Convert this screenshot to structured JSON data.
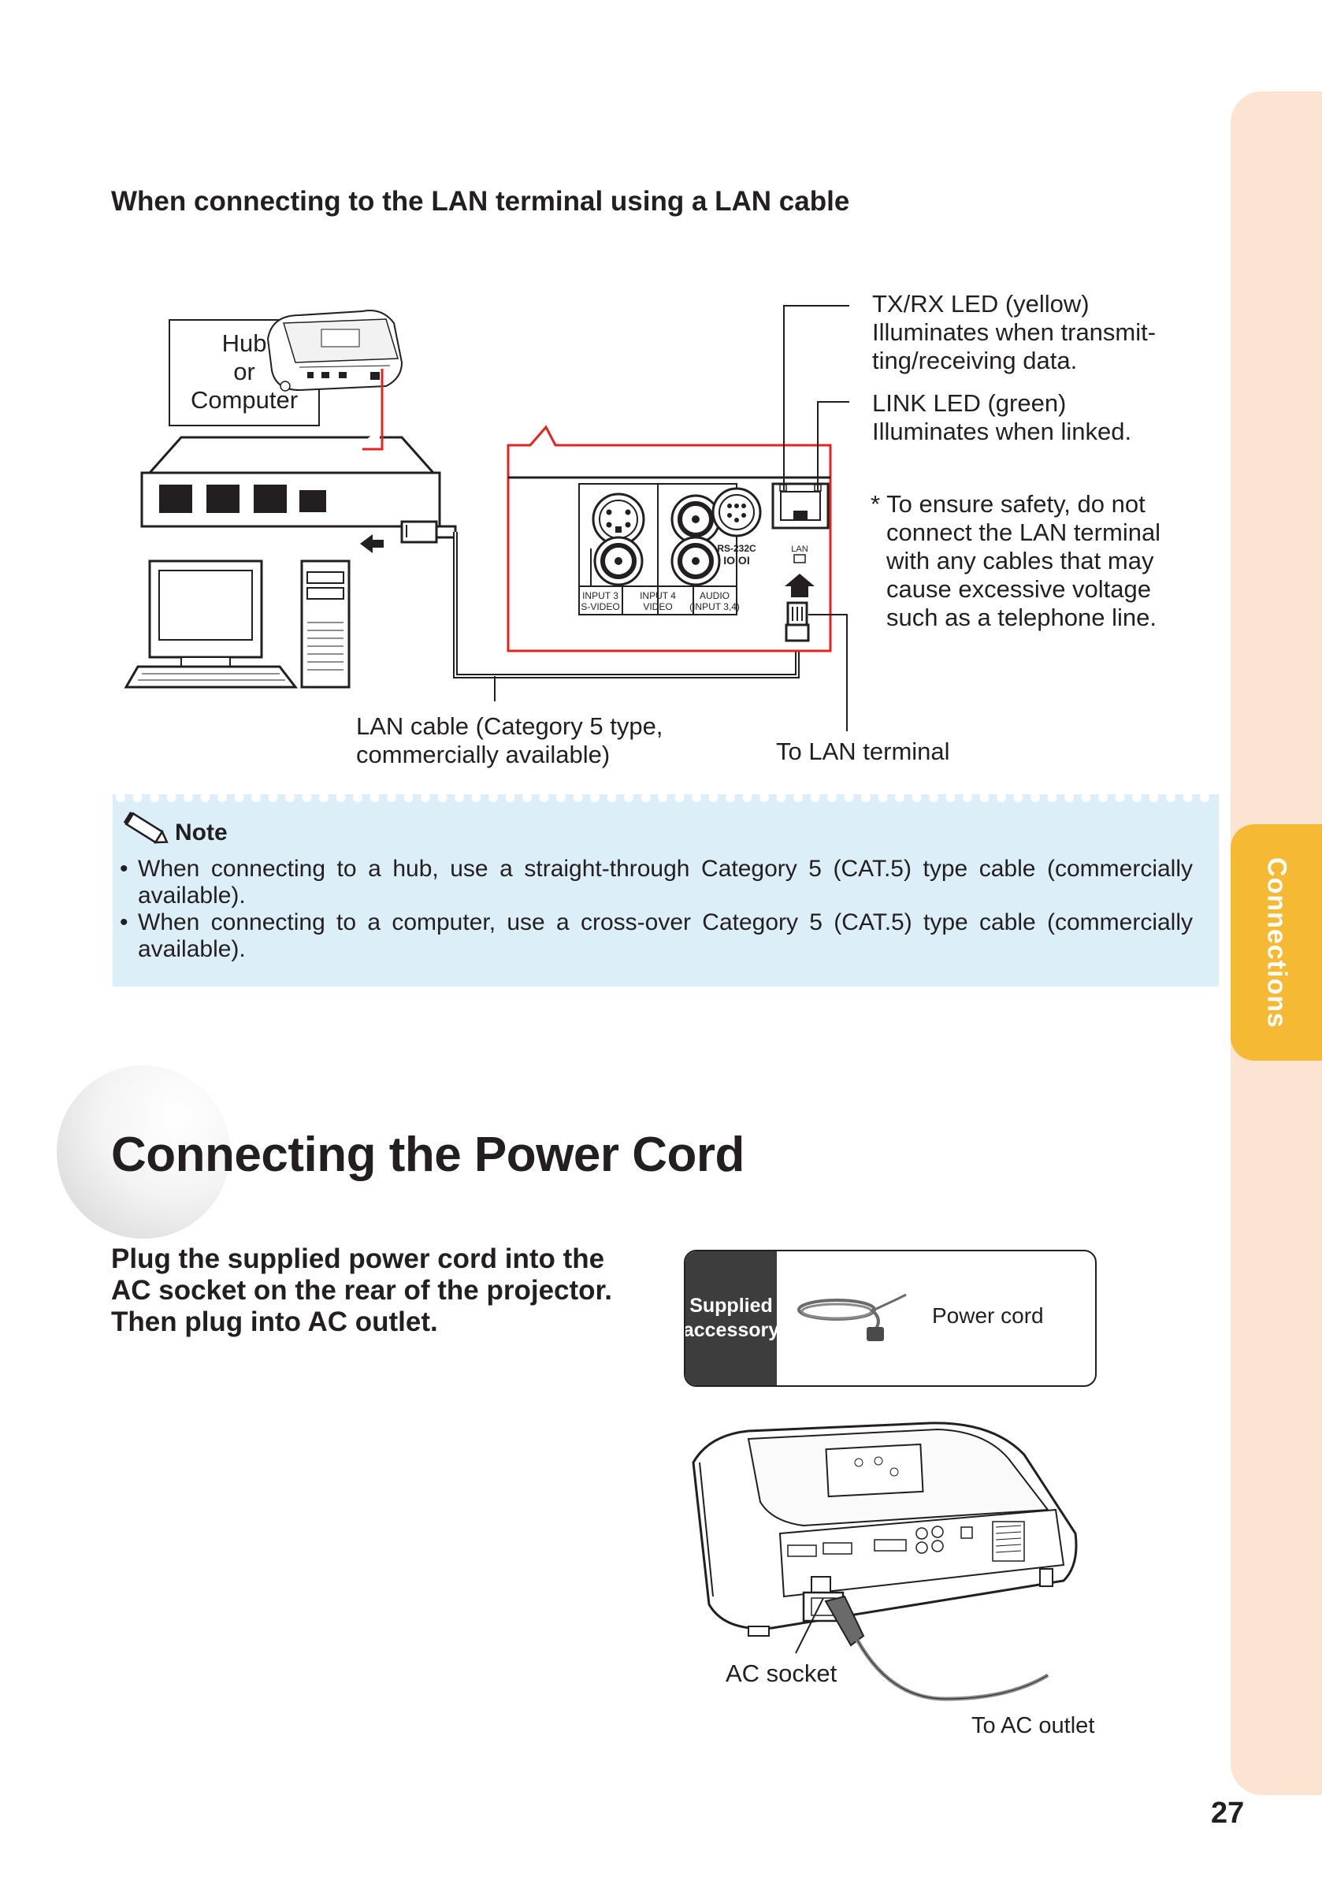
{
  "side_tab": {
    "label": "Connections",
    "color": "#f6b934",
    "strip_color": "#fde3d1"
  },
  "lan_section": {
    "heading": "When connecting to the LAN terminal using a LAN cable",
    "hub_label": [
      "Hub",
      "or",
      "Computer"
    ],
    "txrx_led": [
      "TX/RX LED (yellow)",
      "Illuminates when transmit-",
      "ting/receiving data."
    ],
    "link_led": [
      "LINK LED (green)",
      "Illuminates when linked."
    ],
    "safety_note": [
      "* To ensure safety, do not",
      "connect the LAN terminal",
      "with any cables that may",
      "cause excessive voltage",
      "such as a telephone line."
    ],
    "lan_cable": [
      "LAN cable (Category 5 type,",
      "commercially available)"
    ],
    "to_lan_terminal": "To LAN terminal",
    "panel_labels": {
      "input3": [
        "INPUT 3",
        "S-VIDEO"
      ],
      "input4": [
        "INPUT 4",
        "VIDEO"
      ],
      "audio": [
        "AUDIO",
        "(INPUT 3,4)"
      ],
      "rs232c": "RS-232C",
      "lan": "LAN"
    }
  },
  "note": {
    "title": "Note",
    "items": [
      "When connecting to a hub, use a straight-through Category 5 (CAT.5) type cable (commercially available).",
      "When connecting to a computer, use a cross-over Category 5 (CAT.5) type cable (commercially available)."
    ],
    "bg_color": "#dceff8"
  },
  "power_section": {
    "title": "Connecting the Power Cord",
    "instruction": "Plug the supplied power cord into the AC socket on the rear of the projector. Then plug into AC outlet.",
    "accessory_label": [
      "Supplied",
      "accessory"
    ],
    "accessory_item": "Power cord",
    "ac_socket": "AC socket",
    "to_ac_outlet": "To AC outlet"
  },
  "page_number": "27"
}
